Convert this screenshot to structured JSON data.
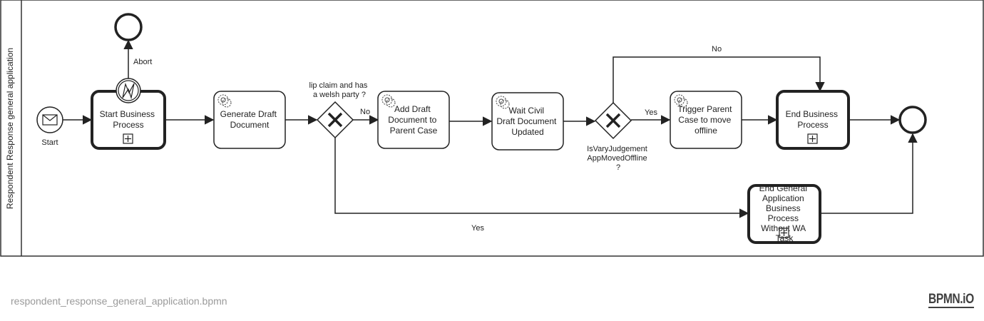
{
  "pool": {
    "label": "Respondent Response general application"
  },
  "events": {
    "start_label": "Start",
    "abort_label": "Abort"
  },
  "tasks": {
    "start_business_process": [
      "Start Business",
      "Process"
    ],
    "generate_draft_document": [
      "Generate Draft",
      "Document"
    ],
    "add_draft_document": [
      "Add Draft",
      "Document to",
      "Parent Case"
    ],
    "wait_civil_draft": [
      "Wait Civil",
      "Draft Document",
      "Updated"
    ],
    "trigger_parent_case": [
      "Trigger Parent",
      "Case to move",
      "offline"
    ],
    "end_business_process": [
      "End Business",
      "Process"
    ],
    "end_general_application": [
      "End General",
      "Application",
      "Business",
      "Process",
      "Without WA",
      "Task"
    ]
  },
  "gateways": {
    "gateway1_label": [
      "lip claim and has",
      "a welsh party ?"
    ],
    "gateway2_label": [
      "IsVaryJudgement",
      "AppMovedOffline",
      "?"
    ]
  },
  "flows": {
    "no_1": "No",
    "yes_1": "Yes",
    "yes_2": "Yes",
    "no_2": "No"
  },
  "footer": {
    "filename": "respondent_response_general_application.bpmn",
    "brand": "BPMN.iO"
  }
}
